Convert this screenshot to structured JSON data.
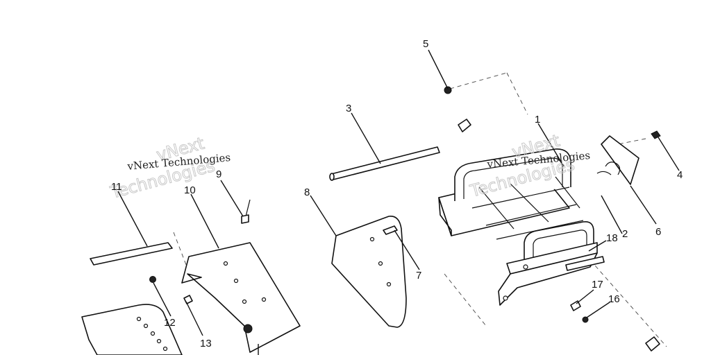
{
  "watermark": {
    "line1": "vNext Technologies",
    "ghost_top": "vNext",
    "ghost_bottom": "Technologies"
  },
  "callouts": [
    "1",
    "2",
    "3",
    "4",
    "5",
    "6",
    "7",
    "8",
    "9",
    "10",
    "11",
    "12",
    "13",
    "16",
    "17",
    "18"
  ]
}
